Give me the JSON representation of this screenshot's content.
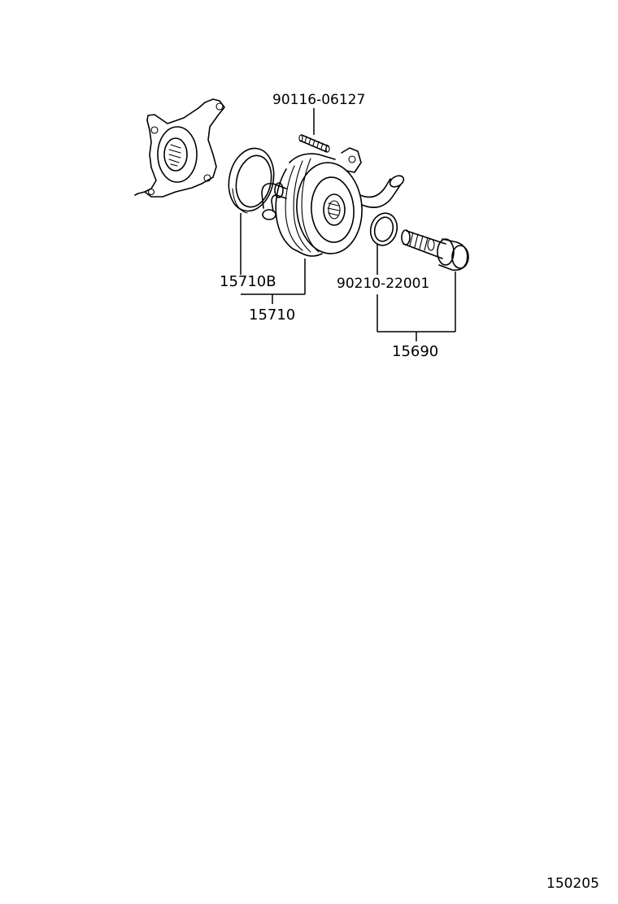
{
  "diagram": {
    "callouts": {
      "stud_bolt": "90116-06127",
      "o_ring": "15710B",
      "oil_cooler_assy": "15710",
      "gasket": "90210-22001",
      "union_bolt_assy": "15690"
    },
    "figure_code": "150205"
  }
}
